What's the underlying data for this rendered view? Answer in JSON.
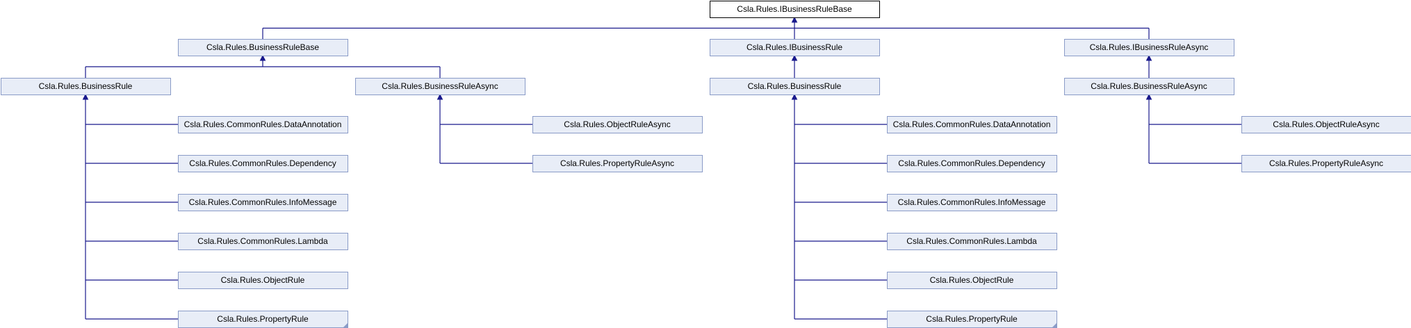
{
  "diagram": {
    "type": "class-inheritance-graph",
    "nodes": [
      {
        "id": "root",
        "label": "Csla.Rules.IBusinessRuleBase",
        "kind": "root"
      },
      {
        "id": "brb",
        "label": "Csla.Rules.BusinessRuleBase"
      },
      {
        "id": "ibr",
        "label": "Csla.Rules.IBusinessRule"
      },
      {
        "id": "ibra",
        "label": "Csla.Rules.IBusinessRuleAsync"
      },
      {
        "id": "br1",
        "label": "Csla.Rules.BusinessRule"
      },
      {
        "id": "bra1",
        "label": "Csla.Rules.BusinessRuleAsync"
      },
      {
        "id": "br2",
        "label": "Csla.Rules.BusinessRule"
      },
      {
        "id": "bra2",
        "label": "Csla.Rules.BusinessRuleAsync"
      },
      {
        "id": "da1",
        "label": "Csla.Rules.CommonRules.DataAnnotation"
      },
      {
        "id": "dep1",
        "label": "Csla.Rules.CommonRules.Dependency"
      },
      {
        "id": "info1",
        "label": "Csla.Rules.CommonRules.InfoMessage"
      },
      {
        "id": "lam1",
        "label": "Csla.Rules.CommonRules.Lambda"
      },
      {
        "id": "or1",
        "label": "Csla.Rules.ObjectRule"
      },
      {
        "id": "pr1",
        "label": "Csla.Rules.PropertyRule",
        "truncated": true
      },
      {
        "id": "ora1",
        "label": "Csla.Rules.ObjectRuleAsync"
      },
      {
        "id": "pra1",
        "label": "Csla.Rules.PropertyRuleAsync"
      },
      {
        "id": "da2",
        "label": "Csla.Rules.CommonRules.DataAnnotation"
      },
      {
        "id": "dep2",
        "label": "Csla.Rules.CommonRules.Dependency"
      },
      {
        "id": "info2",
        "label": "Csla.Rules.CommonRules.InfoMessage"
      },
      {
        "id": "lam2",
        "label": "Csla.Rules.CommonRules.Lambda"
      },
      {
        "id": "or2",
        "label": "Csla.Rules.ObjectRule"
      },
      {
        "id": "pr2",
        "label": "Csla.Rules.PropertyRule",
        "truncated": true
      },
      {
        "id": "ora2",
        "label": "Csla.Rules.ObjectRuleAsync"
      },
      {
        "id": "pra2",
        "label": "Csla.Rules.PropertyRuleAsync"
      }
    ],
    "edges": [
      {
        "parent": "root",
        "children": [
          "brb",
          "ibr",
          "ibra"
        ]
      },
      {
        "parent": "brb",
        "children": [
          "br1",
          "bra1"
        ]
      },
      {
        "parent": "ibr",
        "children": [
          "br2"
        ]
      },
      {
        "parent": "ibra",
        "children": [
          "bra2"
        ]
      },
      {
        "parent": "br1",
        "children": [
          "da1",
          "dep1",
          "info1",
          "lam1",
          "or1",
          "pr1"
        ]
      },
      {
        "parent": "bra1",
        "children": [
          "ora1",
          "pra1"
        ]
      },
      {
        "parent": "br2",
        "children": [
          "da2",
          "dep2",
          "info2",
          "lam2",
          "or2",
          "pr2"
        ]
      },
      {
        "parent": "bra2",
        "children": [
          "ora2",
          "pra2"
        ]
      }
    ],
    "colors": {
      "node_fill": "#e8edf7",
      "node_border": "#8a9bc7",
      "edge": "#19198c",
      "root_border": "#000000"
    }
  }
}
